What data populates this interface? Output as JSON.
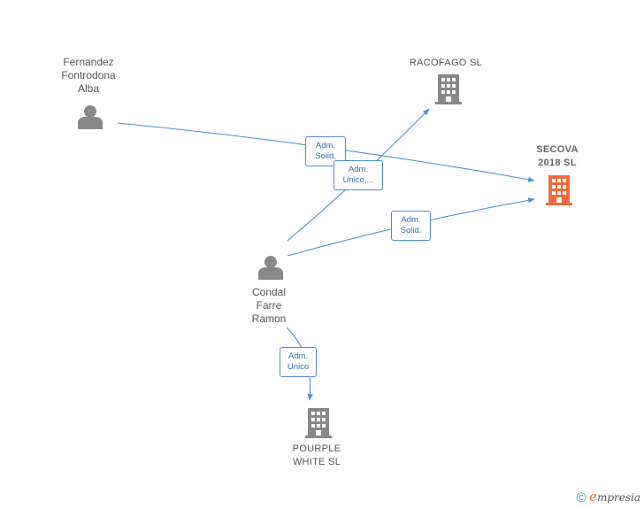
{
  "colors": {
    "edge": "#4a90d9",
    "person_icon": "#888888",
    "company_icon": "#888888",
    "focus_company_icon": "#f26a3d"
  },
  "nodes": {
    "fernandez": {
      "label": "Fernandez\nFontrodona\nAlba",
      "icon": "person-icon"
    },
    "condal": {
      "label": "Condal\nFarre\nRamon",
      "icon": "person-icon"
    },
    "racofago": {
      "label": "RACOFAGO  SL",
      "icon": "building-icon"
    },
    "secova": {
      "label": "SECOVA\n2018  SL",
      "icon": "building-icon"
    },
    "pourple": {
      "label": "POURPLE\nWHITE  SL",
      "icon": "building-icon"
    }
  },
  "edges": {
    "fernandez_secova": "Adm.\nSolid.",
    "condal_racofago": "Adm.\nUnico,...",
    "condal_secova": "Adm.\nSolid.",
    "condal_pourple": "Adm.\nUnico"
  },
  "footer": {
    "copyright": "©",
    "brand_initial": "e",
    "brand_rest": "mpresia"
  }
}
